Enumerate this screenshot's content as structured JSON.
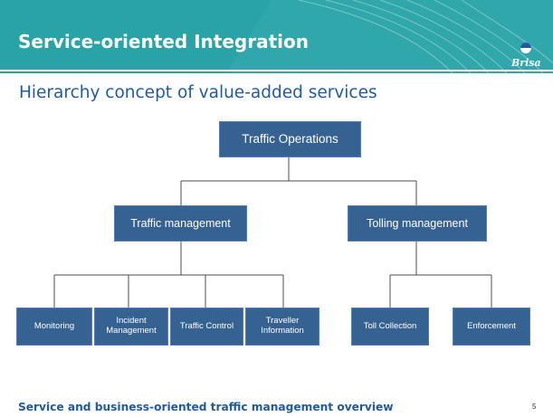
{
  "slide": {
    "title": "Service-oriented Integration",
    "subtitle": "Hierarchy concept of value-added services",
    "footer": "Service and business-oriented traffic management overview",
    "page_number": "5",
    "logo_text": "Brisa"
  },
  "colors": {
    "header": "#2aa3a6",
    "box": "#366292",
    "accent_text": "#1f5aa3"
  },
  "hierarchy": {
    "root": "Traffic Operations",
    "branches": [
      {
        "label": "Traffic management",
        "children": [
          "Monitoring",
          "Incident\nManagement",
          "Traffic Control",
          "Traveller\nInformation"
        ]
      },
      {
        "label": "Tolling management",
        "children": [
          "Toll Collection",
          "Enforcement"
        ]
      }
    ]
  }
}
